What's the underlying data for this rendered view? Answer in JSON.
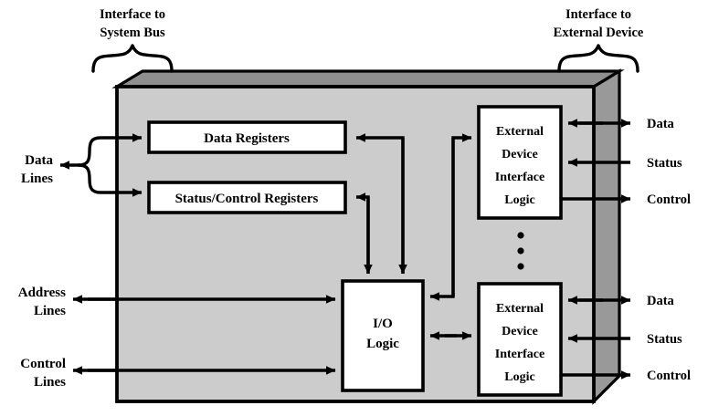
{
  "figure": {
    "background_color": "#ffffff",
    "body_fill": "#cccccc",
    "face_dark": "#999999",
    "face_top": "#8f8f8f",
    "stroke": "#000000",
    "box_fill": "#ffffff"
  },
  "headers": {
    "left": {
      "line1": "Interface to",
      "line2": "System Bus"
    },
    "right": {
      "line1": "Interface to",
      "line2": "External Device"
    }
  },
  "bus_labels": [
    {
      "id": "data-lines",
      "line1": "Data",
      "line2": "Lines"
    },
    {
      "id": "address-lines",
      "line1": "Address",
      "line2": "Lines"
    },
    {
      "id": "control-lines",
      "line1": "Control",
      "line2": "Lines"
    }
  ],
  "registers": [
    {
      "id": "data-registers",
      "label": "Data Registers"
    },
    {
      "id": "status-control-registers",
      "label": "Status/Control Registers"
    }
  ],
  "io_logic": {
    "line1": "I/O",
    "line2": "Logic"
  },
  "external_blocks": [
    {
      "id": "external-device-interface-logic-top",
      "line1": "External",
      "line2": "Device",
      "line3": "Interface",
      "line4": "Logic"
    },
    {
      "id": "external-device-interface-logic-bottom",
      "line1": "External",
      "line2": "Device",
      "line3": "Interface",
      "line4": "Logic"
    }
  ],
  "device_signals_top": [
    {
      "id": "data",
      "label": "Data",
      "direction": "bidirectional"
    },
    {
      "id": "status",
      "label": "Status",
      "direction": "in"
    },
    {
      "id": "control",
      "label": "Control",
      "direction": "out"
    }
  ],
  "device_signals_bottom": [
    {
      "id": "data",
      "label": "Data",
      "direction": "bidirectional"
    },
    {
      "id": "status",
      "label": "Status",
      "direction": "in"
    },
    {
      "id": "control",
      "label": "Control",
      "direction": "out"
    }
  ],
  "ellipsis": {
    "label": "vertical-ellipsis",
    "count": 3
  }
}
